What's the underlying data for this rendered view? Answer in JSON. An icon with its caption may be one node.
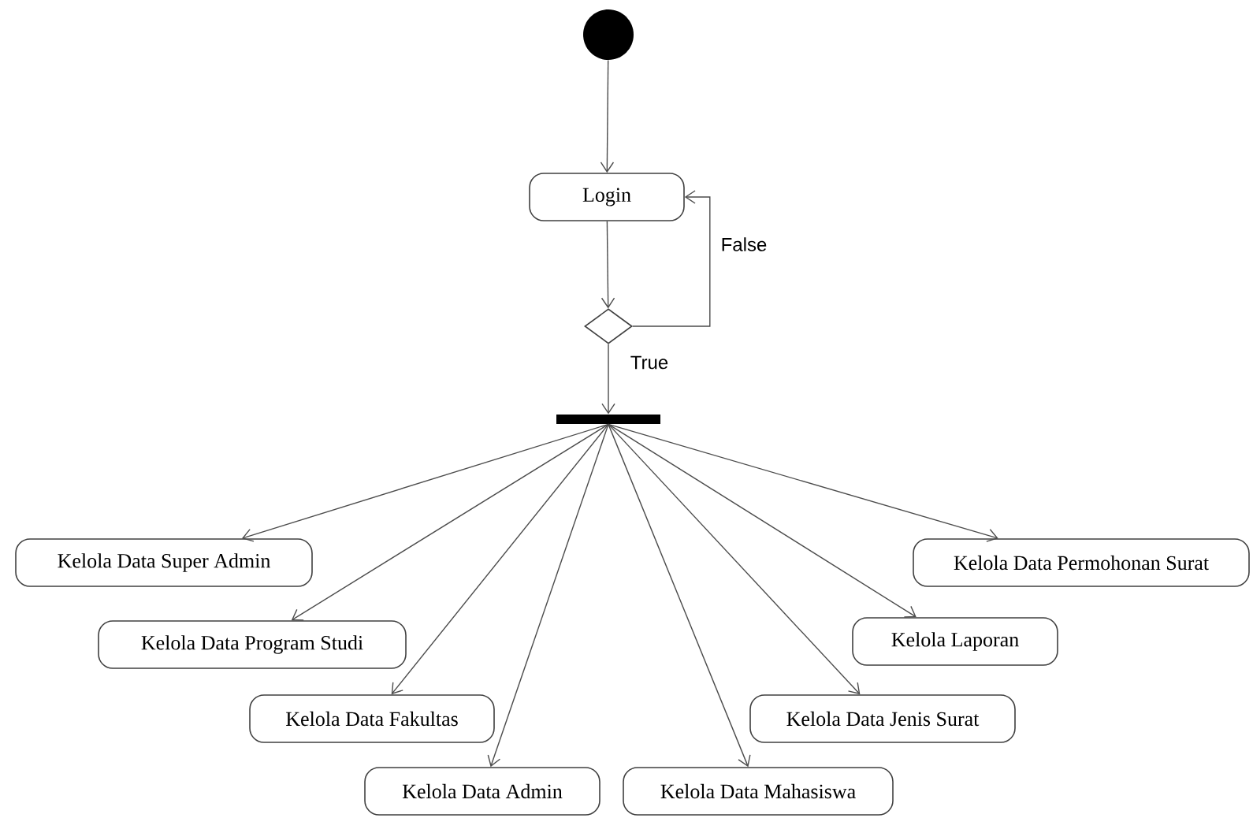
{
  "diagram": {
    "nodes": [
      {
        "text": [],
        "shape": "circle"
      },
      {
        "text": [
          "Login"
        ]
      },
      {
        "text": [],
        "shape": "diamond"
      },
      {
        "text": [],
        "shape": "bar"
      },
      {
        "text": [
          "Kelola Data Super Admin"
        ]
      },
      {
        "text": [
          "Kelola Data Permohonan Surat"
        ]
      },
      {
        "text": [
          "Kelola Data Program Studi"
        ]
      },
      {
        "text": [
          "Kelola Laporan"
        ]
      },
      {
        "text": [
          "Kelola Data Fakultas"
        ]
      },
      {
        "text": [
          "Kelola Data Jenis Surat"
        ]
      },
      {
        "text": [
          "Kelola Data Admin"
        ]
      },
      {
        "text": [
          "Kelola Data Mahasiswa"
        ]
      }
    ],
    "edges": [
      {
        "from": 0,
        "to": 1,
        "arrow": "to"
      },
      {
        "from": 1,
        "to": 2,
        "arrow": "to"
      },
      {
        "from": 2,
        "to": 1,
        "arrow": "to",
        "label": "False"
      },
      {
        "from": 2,
        "to": 3,
        "arrow": "to",
        "label": "True"
      },
      {
        "from": 3,
        "to": 4,
        "arrow": "to"
      },
      {
        "from": 3,
        "to": 5,
        "arrow": "to"
      },
      {
        "from": 3,
        "to": 6,
        "arrow": "to"
      },
      {
        "from": 3,
        "to": 7,
        "arrow": "to"
      },
      {
        "from": 3,
        "to": 8,
        "arrow": "to"
      },
      {
        "from": 3,
        "to": 9,
        "arrow": "to"
      },
      {
        "from": 3,
        "to": 10,
        "arrow": "to"
      },
      {
        "from": 3,
        "to": 11,
        "arrow": "to"
      }
    ]
  }
}
